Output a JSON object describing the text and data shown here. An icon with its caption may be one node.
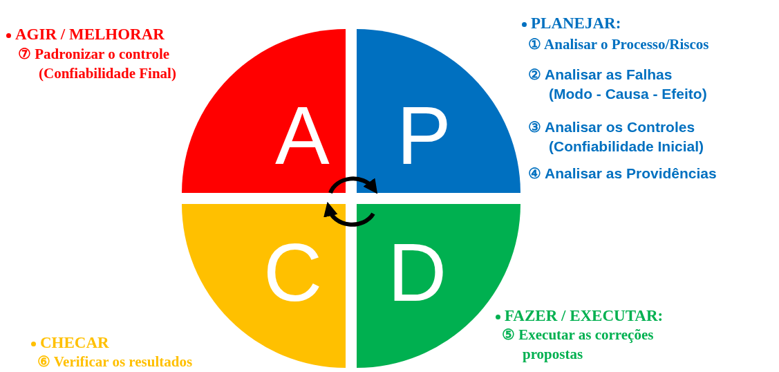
{
  "diagram": {
    "nodes": [
      {
        "text": [
          "A"
        ],
        "beside": [
          "AGIR / MELHORAR",
          "⑦ Padronizar o controle (Confiabilidade Final)"
        ]
      },
      {
        "text": [
          "P"
        ],
        "beside": [
          "PLANEJAR:",
          "① Analisar o Processo/Riscos",
          "② Analisar as Falhas (Modo - Causa - Efeito)",
          "③ Analisar os Controles (Confiabilidade Inicial)",
          "④ Analisar as Providências"
        ]
      },
      {
        "text": [
          "C"
        ],
        "beside": [
          "CHECAR",
          "⑥ Verificar os resultados"
        ]
      },
      {
        "text": [
          "D"
        ],
        "beside": [
          "FAZER / EXECUTAR:",
          "⑤ Executar as correções propostas"
        ]
      }
    ],
    "edges": [
      {
        "from": 0,
        "to": 1,
        "arrow": "to"
      },
      {
        "from": 3,
        "to": 2,
        "arrow": "to"
      }
    ]
  }
}
